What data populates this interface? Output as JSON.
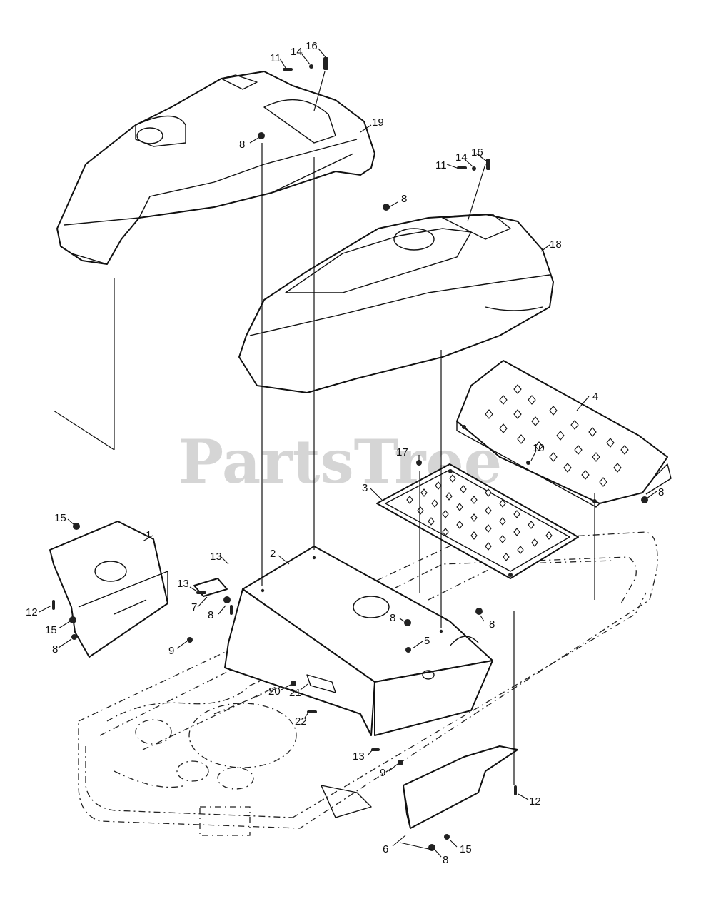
{
  "watermark": "PartsTree",
  "colors": {
    "line": "#111111",
    "watermark": "#c8c8c8",
    "background": "#ffffff"
  },
  "callouts": [
    {
      "id": "c1",
      "text": "1"
    },
    {
      "id": "c2",
      "text": "2"
    },
    {
      "id": "c3",
      "text": "3"
    },
    {
      "id": "c4",
      "text": "4"
    },
    {
      "id": "c5",
      "text": "5"
    },
    {
      "id": "c6",
      "text": "6"
    },
    {
      "id": "c7",
      "text": "7"
    },
    {
      "id": "c8a",
      "text": "8"
    },
    {
      "id": "c8b",
      "text": "8"
    },
    {
      "id": "c8c",
      "text": "8"
    },
    {
      "id": "c8d",
      "text": "8"
    },
    {
      "id": "c8e",
      "text": "8"
    },
    {
      "id": "c8f",
      "text": "8"
    },
    {
      "id": "c8g",
      "text": "8"
    },
    {
      "id": "c8h",
      "text": "8"
    },
    {
      "id": "c9a",
      "text": "9"
    },
    {
      "id": "c9b",
      "text": "9"
    },
    {
      "id": "c10",
      "text": "10"
    },
    {
      "id": "c11a",
      "text": "11"
    },
    {
      "id": "c11b",
      "text": "11"
    },
    {
      "id": "c12a",
      "text": "12"
    },
    {
      "id": "c12b",
      "text": "12"
    },
    {
      "id": "c13a",
      "text": "13"
    },
    {
      "id": "c13b",
      "text": "13"
    },
    {
      "id": "c13c",
      "text": "13"
    },
    {
      "id": "c14a",
      "text": "14"
    },
    {
      "id": "c14b",
      "text": "14"
    },
    {
      "id": "c15a",
      "text": "15"
    },
    {
      "id": "c15b",
      "text": "15"
    },
    {
      "id": "c15c",
      "text": "15"
    },
    {
      "id": "c16a",
      "text": "16"
    },
    {
      "id": "c16b",
      "text": "16"
    },
    {
      "id": "c17",
      "text": "17"
    },
    {
      "id": "c18",
      "text": "18"
    },
    {
      "id": "c19",
      "text": "19"
    },
    {
      "id": "c20",
      "text": "20"
    },
    {
      "id": "c21",
      "text": "21"
    },
    {
      "id": "c22",
      "text": "22"
    }
  ]
}
